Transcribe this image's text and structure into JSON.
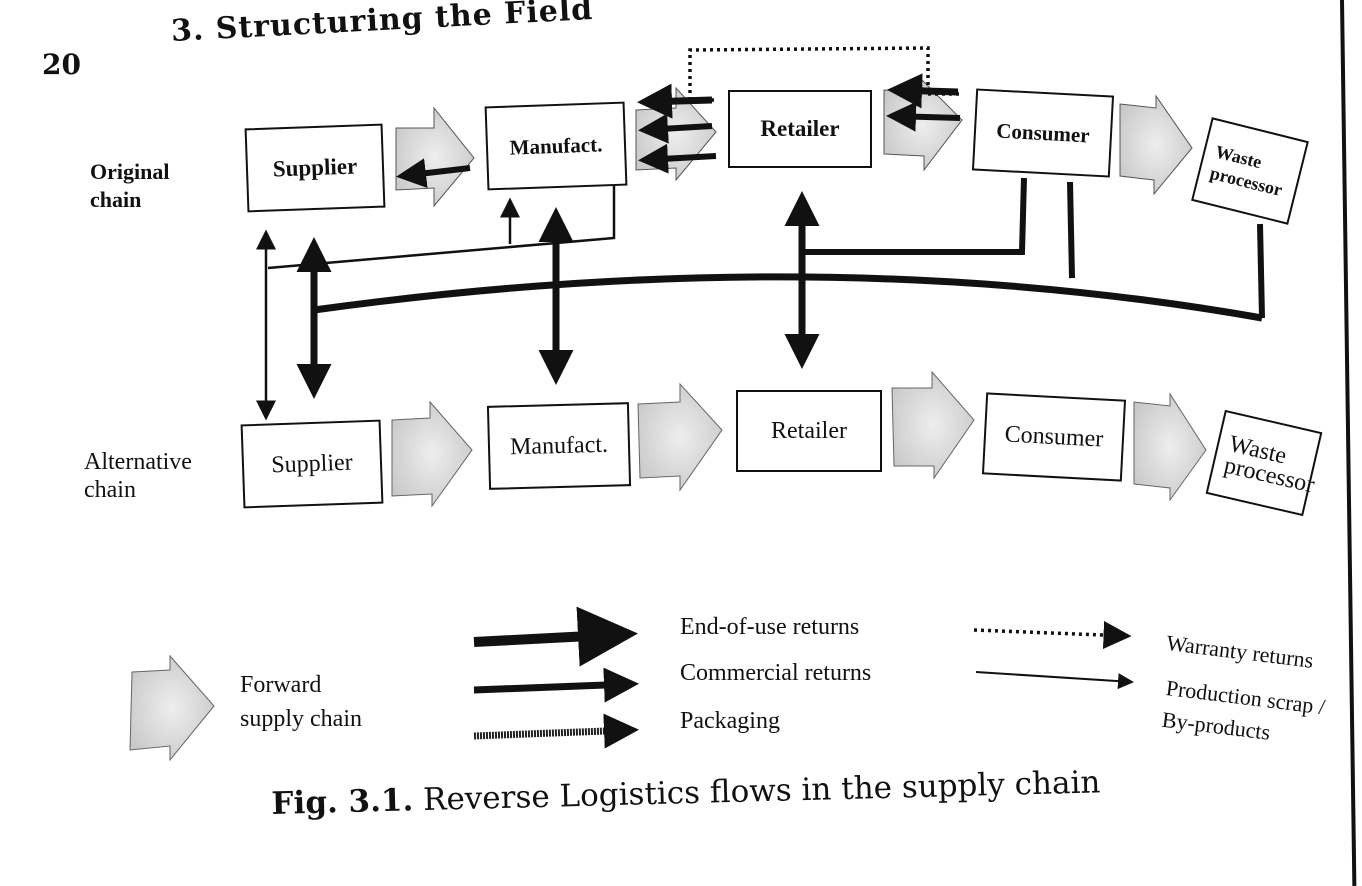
{
  "page": {
    "page_number": "20",
    "chapter_title": "3. Structuring the Field",
    "caption_prefix": "Fig. 3.1.",
    "caption_text": "Reverse Logistics flows in the supply chain"
  },
  "rows": {
    "original": {
      "label_line1": "Original",
      "label_line2": "chain"
    },
    "alternative": {
      "label_line1": "Alternative",
      "label_line2": "chain"
    }
  },
  "original_chain": [
    {
      "label": "Supplier"
    },
    {
      "label": "Manufact."
    },
    {
      "label": "Retailer"
    },
    {
      "label": "Consumer"
    },
    {
      "label_line1": "Waste",
      "label_line2": "processor"
    }
  ],
  "alternative_chain": [
    {
      "label": "Supplier"
    },
    {
      "label": "Manufact."
    },
    {
      "label": "Retailer"
    },
    {
      "label": "Consumer"
    },
    {
      "label_line1": "Waste",
      "label_line2": "processor"
    }
  ],
  "legend": {
    "forward_line1": "Forward",
    "forward_line2": "supply chain",
    "end_of_use": "End-of-use returns",
    "commercial": "Commercial returns",
    "packaging": "Packaging",
    "warranty": "Warranty returns",
    "production_line1": "Production scrap /",
    "production_line2": "By-products"
  },
  "colors": {
    "ink": "#111111",
    "forward_fill": "#d9d9d9"
  }
}
